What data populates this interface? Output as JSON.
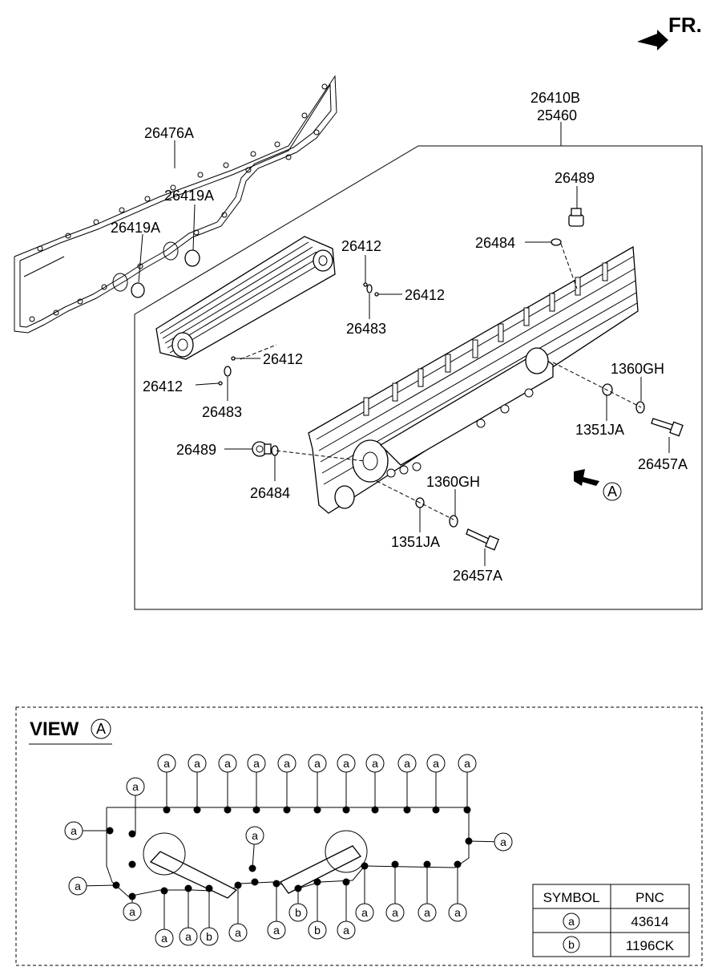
{
  "header": {
    "direction_label": "FR."
  },
  "parts": {
    "oil_cooler_assy": "26410B",
    "oil_cooler_sub": "25460",
    "gasket": "26476A",
    "gasket_seal_upper": "26419A",
    "gasket_seal_lower": "26419A",
    "plug_top": "26489",
    "oring_top": "26484",
    "pin_a": "26412",
    "pin_b": "26412",
    "pin_c": "26412",
    "pin_d": "26412",
    "seal_upper": "26483",
    "seal_lower": "26483",
    "ring_right": "1360GH",
    "washer_right": "1351JA",
    "bolt_right": "26457A",
    "plug_left": "26489",
    "oring_left": "26484",
    "ring_mid": "1360GH",
    "washer_mid": "1351JA",
    "bolt_mid": "26457A"
  },
  "view_marker": "A",
  "view": {
    "title": "VIEW",
    "marker": "A"
  },
  "symbols": {
    "a": "a",
    "b": "b"
  },
  "legend": {
    "headers": [
      "SYMBOL",
      "PNC"
    ],
    "rows": [
      {
        "symbol": "a",
        "pnc": "43614"
      },
      {
        "symbol": "b",
        "pnc": "1196CK"
      }
    ]
  }
}
